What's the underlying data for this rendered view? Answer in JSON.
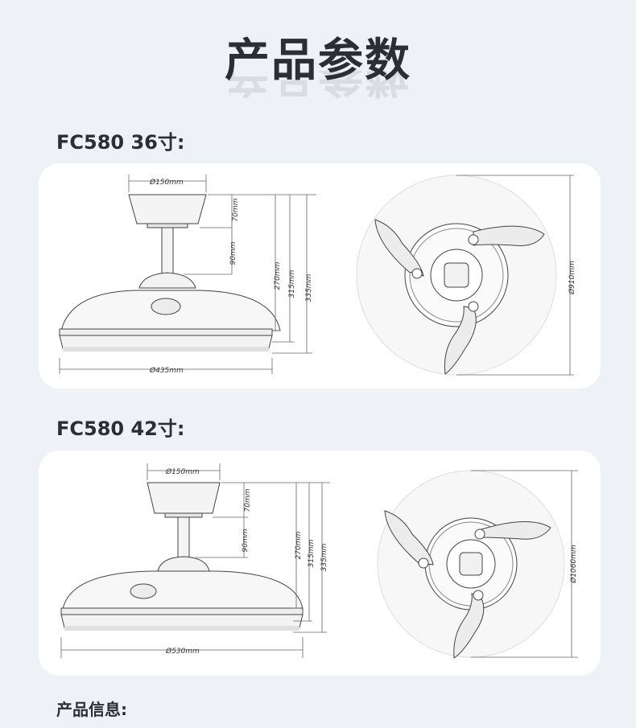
{
  "page": {
    "title": "产品参数",
    "info_heading": "产品信息:"
  },
  "models": [
    {
      "heading": "FC580 36寸:",
      "dims": {
        "canopy": "Ø150mm",
        "canopy_h": "70mm",
        "rod": "90mm",
        "h1": "270mm",
        "h2": "315mm",
        "h3": "335mm",
        "body": "Ø435mm",
        "span": "Ø910mm"
      }
    },
    {
      "heading": "FC580 42寸:",
      "dims": {
        "canopy": "Ø150mm",
        "canopy_h": "70mm",
        "rod": "90mm",
        "h1": "270mm",
        "h2": "315mm",
        "h3": "335mm",
        "body": "Ø530mm",
        "span": "Ø1060mm"
      }
    }
  ]
}
